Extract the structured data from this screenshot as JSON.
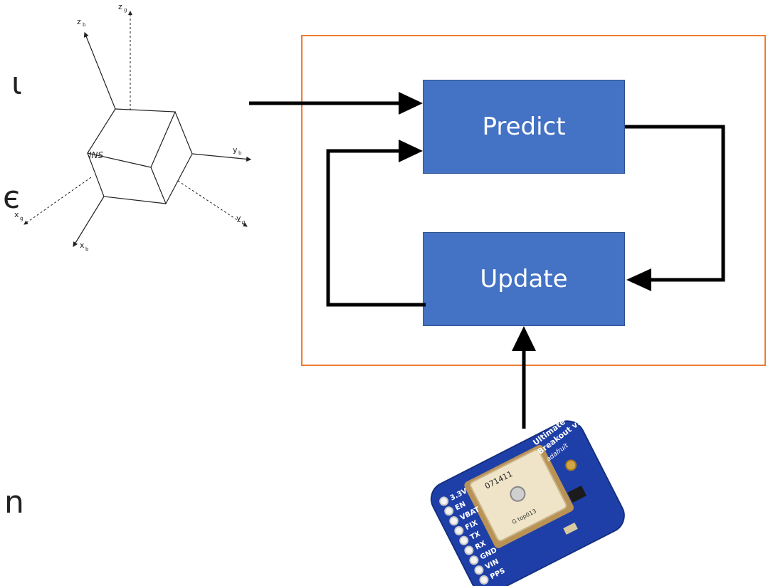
{
  "left_text_fragments": {
    "top": "ι",
    "middle": "є",
    "bottom": "n"
  },
  "ins_frame": {
    "body_label": "INS",
    "axes": [
      {
        "name": "x",
        "sub": "b"
      },
      {
        "name": "y",
        "sub": "b"
      },
      {
        "name": "z",
        "sub": "b"
      },
      {
        "name": "x",
        "sub": "g"
      },
      {
        "name": "y",
        "sub": "g"
      },
      {
        "name": "z",
        "sub": "g"
      }
    ]
  },
  "kalman_filter": {
    "predict_label": "Predict",
    "update_label": "Update",
    "frame_color": "#ED7D31",
    "box_color": "#4472C4"
  },
  "gps_board": {
    "module_code": "071411",
    "module_text": "G top013",
    "title_lines": [
      "Ultimate GPS",
      "Breakout v3",
      "adafruit"
    ],
    "pins": [
      "3.3V",
      "EN",
      "VBAT",
      "FIX",
      "TX",
      "RX",
      "GND",
      "VIN",
      "PPS"
    ]
  }
}
